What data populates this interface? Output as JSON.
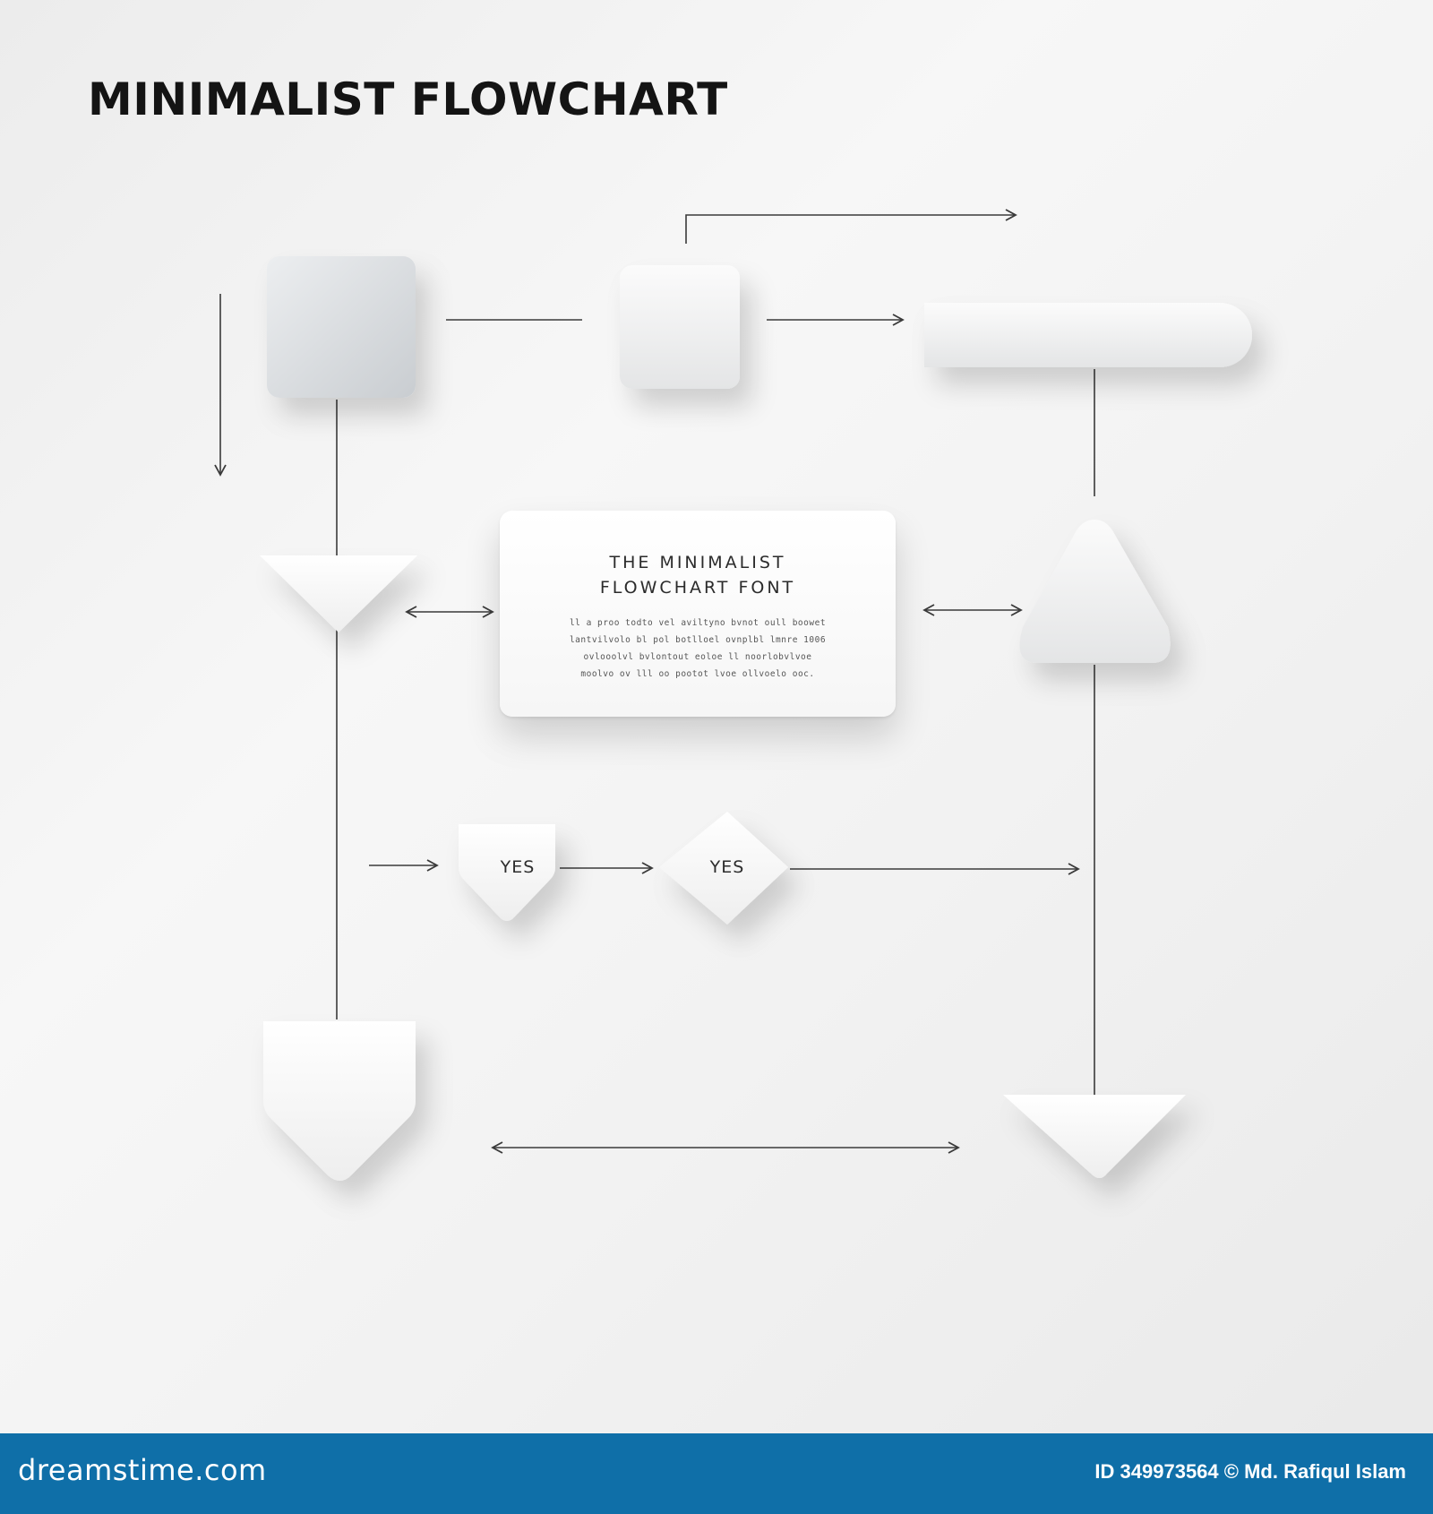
{
  "title": "MINIMALIST FLOWCHART",
  "card": {
    "title_line1": "THE MINIMALIST",
    "title_line2": "FLOWCHART FONT",
    "body_lines": [
      "ll a proo todto vel aviltyno bvnot oull boowet",
      "lantvilvolo bl pol botlloel ovnplbl lmnre 1006",
      "ovlooolvl bvlontout eoloe ll noorlobvlvoe",
      "moolvo ov lll oo pootot lvoe ollvoelo ooc."
    ]
  },
  "decision_labels": {
    "yes_1": "YES",
    "yes_2": "YES"
  },
  "footer": {
    "brand": "dreamstime.com",
    "id_text": "ID 349973564 © Md. Rafiqul Islam"
  },
  "colors": {
    "line": "#3a3a3a",
    "footer_bg": "#0f6fa8",
    "shape_fill": "#e6e8ea"
  }
}
